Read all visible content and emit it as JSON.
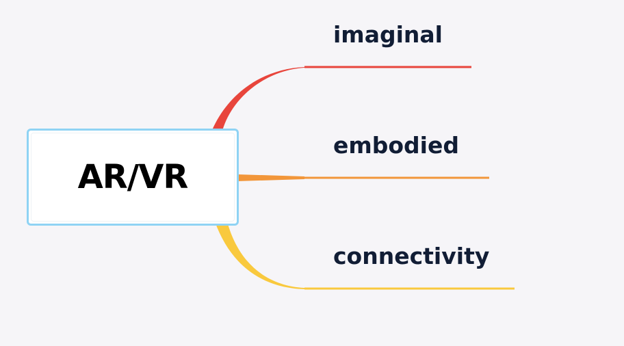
{
  "root": {
    "label": "AR/VR",
    "border_color": "#8fd3f4"
  },
  "branches": [
    {
      "label": "imaginal",
      "color": "#e8453c"
    },
    {
      "label": "embodied",
      "color": "#f2963a"
    },
    {
      "label": "connectivity",
      "color": "#f9c93e"
    }
  ]
}
